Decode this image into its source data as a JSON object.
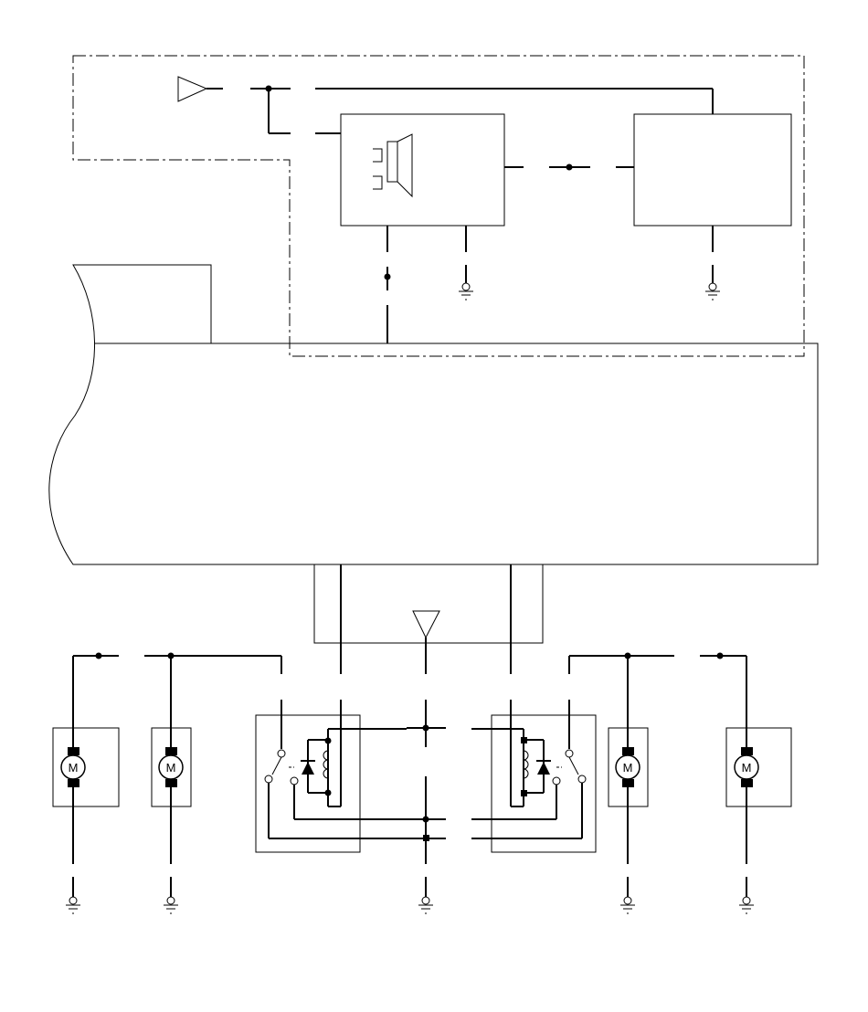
{
  "diagram": {
    "motor_label": "M",
    "motor_count": 4,
    "relay_count": 2,
    "ground_count": 7,
    "antenna_count": 2,
    "speaker_count": 1
  }
}
